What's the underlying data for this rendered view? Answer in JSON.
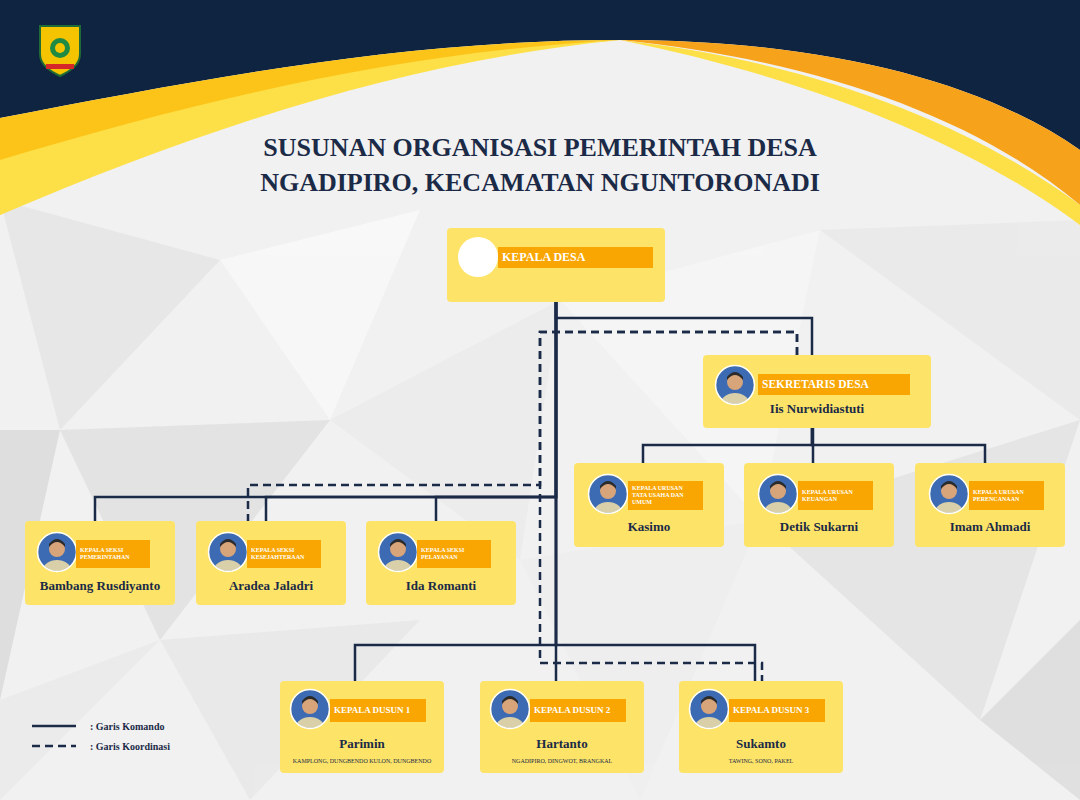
{
  "diagram": {
    "title": "SUSUNAN ORGANISASI PEMERINTAH DESA NGADIPIRO, KECAMATAN NGUNTORONADI",
    "nodes": [
      {
        "text": [
          "KEPALA DESA"
        ]
      },
      {
        "text": [
          "SEKRETARIS DESA",
          "Iis Nurwidiastuti"
        ]
      },
      {
        "text": [
          "KEPALA URUSAN TATA USAHA DAN UMUM",
          "Kasimo"
        ]
      },
      {
        "text": [
          "KEPALA URUSAN KEUANGAN",
          "Detik Sukarni"
        ]
      },
      {
        "text": [
          "KEPALA URUSAN PERENCANAAN",
          "Imam Ahmadi"
        ]
      },
      {
        "text": [
          "KEPALA SEKSI PEMERINTAHAN",
          "Bambang Rusdiyanto"
        ]
      },
      {
        "text": [
          "KEPALA SEKSI KESEJAHTERAAN",
          "Aradea Jaladri"
        ]
      },
      {
        "text": [
          "KEPALA SEKSI PELAYANAN",
          "Ida Romanti"
        ]
      },
      {
        "text": [
          "KEPALA DUSUN 1",
          "Parimin",
          "KAMPLONG, DUNGBENDO KULON, DUNGBENDO"
        ]
      },
      {
        "text": [
          "KEPALA DUSUN 2",
          "Hartanto",
          "NGADIPIRO, DINGWOT, BRANGKAL"
        ]
      },
      {
        "text": [
          "KEPALA DUSUN 3",
          "Sukamto",
          "TAWING, SONO, PAKEL"
        ]
      }
    ],
    "edges": [
      {
        "from": 0,
        "to": 1,
        "arrow": "none"
      },
      {
        "from": 1,
        "to": 2,
        "arrow": "none"
      },
      {
        "from": 1,
        "to": 3,
        "arrow": "none"
      },
      {
        "from": 1,
        "to": 4,
        "arrow": "none"
      },
      {
        "from": 0,
        "to": 5,
        "arrow": "none"
      },
      {
        "from": 0,
        "to": 6,
        "arrow": "none"
      },
      {
        "from": 0,
        "to": 7,
        "arrow": "none"
      },
      {
        "from": 0,
        "to": 8,
        "arrow": "none"
      },
      {
        "from": 0,
        "to": 9,
        "arrow": "none"
      },
      {
        "from": 0,
        "to": 10,
        "arrow": "none"
      },
      {
        "from": 1,
        "to": 6,
        "arrow": "none"
      },
      {
        "from": 1,
        "to": 10,
        "arrow": "none"
      }
    ],
    "legend": [
      {
        "text": ": Garis Komando"
      },
      {
        "text": ": Garis Koordinasi"
      }
    ]
  }
}
